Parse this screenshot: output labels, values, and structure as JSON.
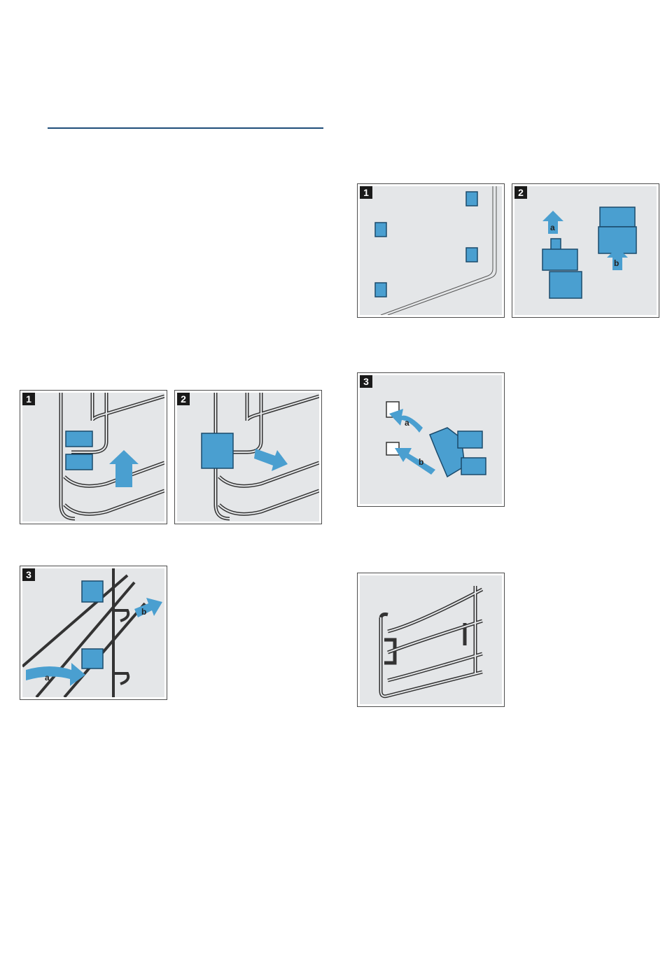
{
  "colors": {
    "rule": "#1f4e79",
    "accent_blue": "#4a9fd0",
    "panel_bg": "#e4e6e8",
    "wire": "#333333"
  },
  "left_column": {
    "figures": [
      {
        "step": "1"
      },
      {
        "step": "2"
      },
      {
        "step": "3",
        "arrow_labels": [
          "a",
          "b"
        ]
      }
    ]
  },
  "right_column": {
    "figures": [
      {
        "step": "1"
      },
      {
        "step": "2",
        "arrow_labels": [
          "a",
          "b"
        ]
      },
      {
        "step": "3",
        "arrow_labels": [
          "a",
          "b"
        ]
      },
      {
        "step": ""
      }
    ]
  }
}
